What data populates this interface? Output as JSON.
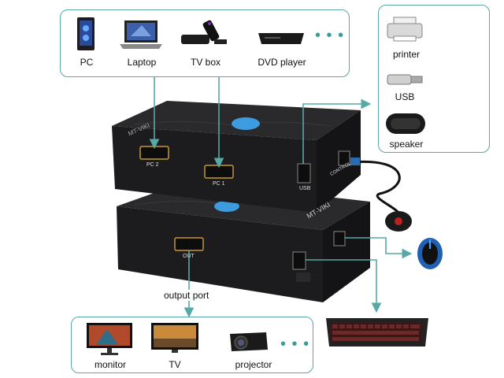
{
  "sources": {
    "items": [
      {
        "label": "PC",
        "icon": "pc-tower-icon"
      },
      {
        "label": "Laptop",
        "icon": "laptop-icon"
      },
      {
        "label": "TV box",
        "icon": "tv-box-icon"
      },
      {
        "label": "DVD player",
        "icon": "dvd-player-icon"
      }
    ],
    "more": "• • •"
  },
  "peripherals": {
    "items": [
      {
        "label": "printer",
        "icon": "printer-icon"
      },
      {
        "label": "USB",
        "icon": "usb-drive-icon"
      },
      {
        "label": "speaker",
        "icon": "speaker-icon"
      }
    ]
  },
  "outputs": {
    "items": [
      {
        "label": "monitor",
        "icon": "monitor-icon"
      },
      {
        "label": "TV",
        "icon": "tv-icon"
      },
      {
        "label": "projector",
        "icon": "projector-icon"
      }
    ],
    "more": "• • •"
  },
  "switch_top": {
    "port_pc2": "PC 2",
    "port_pc1": "PC 1",
    "port_usb": "USB",
    "port_control": "CONTROL",
    "brand": "MT-VIKI"
  },
  "switch_bottom": {
    "port_out": "OUT",
    "brand": "MT-VIKI"
  },
  "output_port_label": "output port",
  "colors": {
    "accent": "#57a9a6",
    "device_body": "#1c1c1e",
    "button_blue": "#3d9be0"
  }
}
